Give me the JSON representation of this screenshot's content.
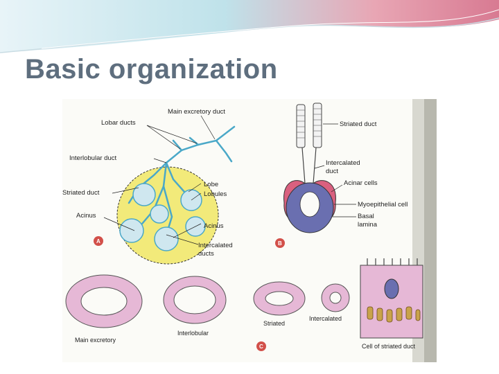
{
  "slide": {
    "title": "Basic organization"
  },
  "figure": {
    "panel_a": {
      "marker": "A",
      "labels": {
        "main_excretory_duct": "Main excretory duct",
        "lobar_ducts": "Lobar ducts",
        "interlobular_duct": "Interlobular duct",
        "striated_duct": "Striated duct",
        "acinus_left": "Acinus",
        "lobe": "Lobe",
        "lobules": "Lobules",
        "acinus_right": "Acinus",
        "intercalated_ducts_1": "Intercalated",
        "intercalated_ducts_2": "ducts"
      }
    },
    "panel_b": {
      "marker": "B",
      "labels": {
        "striated_duct": "Striated duct",
        "intercalated_duct_1": "Intercalated",
        "intercalated_duct_2": "duct",
        "acinar_cells": "Acinar cells",
        "myoepithelial_cell": "Myoepithelial cell",
        "basal_lamina_1": "Basal",
        "basal_lamina_2": "lamina"
      }
    },
    "panel_c": {
      "marker": "C",
      "labels": {
        "main_excretory": "Main excretory",
        "interlobular": "Interlobular",
        "striated": "Striated",
        "intercalated": "Intercalated",
        "cell_of_striated_duct": "Cell of striated duct"
      }
    }
  },
  "colors": {
    "title": "#5e6e7e",
    "duct_blue": "#4aa8c8",
    "lobe_yellow": "#f2ea7a",
    "acinar_purple": "#6a6fb0",
    "myoepithelial_pink": "#d9607f",
    "cell_pink": "#e6b8d6",
    "panel_marker": "#d2504a"
  }
}
